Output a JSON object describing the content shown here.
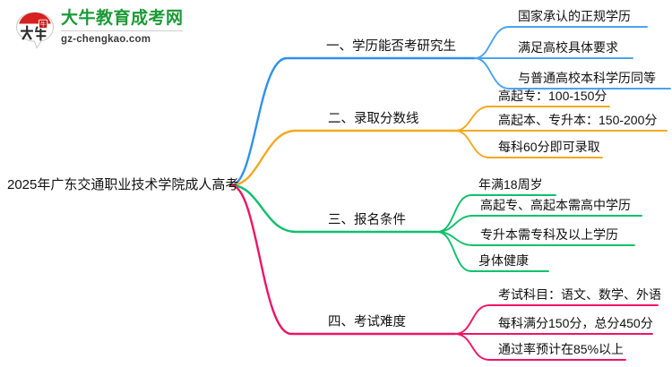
{
  "logo": {
    "name": "大牛教育成考网",
    "domain": "gz-chengkao.com",
    "mark_text": "大牛",
    "brand_green": "#1a9a36",
    "brand_red": "#d62121"
  },
  "mindmap": {
    "root": {
      "label": "2025年广东交通职业技术学院成人高考"
    },
    "branches": [
      {
        "label": "一、学历能否考研究生",
        "color": "#2f90ea",
        "children": [
          {
            "label": "国家承认的正规学历"
          },
          {
            "label": "满足高校具体要求"
          },
          {
            "label": "与普通高校本科学历同等"
          }
        ]
      },
      {
        "label": "二、录取分数线",
        "color": "#f2a922",
        "children": [
          {
            "label": "高起专：100-150分"
          },
          {
            "label": "高起本、专升本：150-200分"
          },
          {
            "label": "每科60分即可录取"
          }
        ]
      },
      {
        "label": "三、报名条件",
        "color": "#0ec06d",
        "children": [
          {
            "label": "年满18周岁"
          },
          {
            "label": "高起专、高起本需高中学历"
          },
          {
            "label": "专升本需专科及以上学历"
          },
          {
            "label": "身体健康"
          }
        ]
      },
      {
        "label": "四、考试难度",
        "color": "#ef1464",
        "children": [
          {
            "label": "考试科目：语文、数学、外语"
          },
          {
            "label": "每科满分150分，总分450分"
          },
          {
            "label": "通过率预计在85%以上"
          }
        ]
      }
    ]
  }
}
